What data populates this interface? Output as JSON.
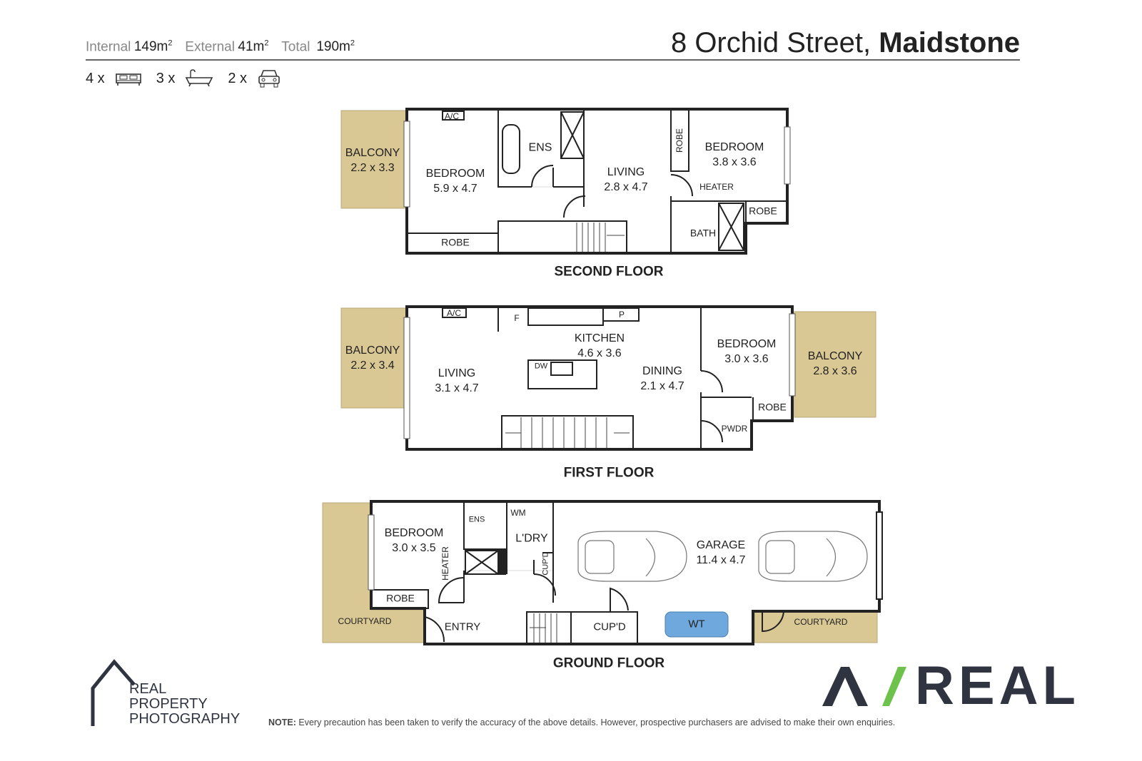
{
  "header": {
    "address_street": "8 Orchid Street,",
    "address_suburb": "Maidstone",
    "stats": [
      {
        "label": "Internal",
        "value": "149m",
        "unit_sup": "2"
      },
      {
        "label": "External",
        "value": "41m",
        "unit_sup": "2"
      },
      {
        "label": "Total",
        "value": "190m",
        "unit_sup": "2"
      }
    ],
    "features": [
      {
        "count": "4 x",
        "icon": "bed-icon"
      },
      {
        "count": "3 x",
        "icon": "bath-icon"
      },
      {
        "count": "2 x",
        "icon": "car-icon"
      }
    ]
  },
  "second_floor": {
    "title": "SECOND FLOOR",
    "balcony": {
      "name": "BALCONY",
      "dims": "2.2 x 3.3"
    },
    "bedroom1": {
      "name": "BEDROOM",
      "dims": "5.9 x 4.7"
    },
    "ens": "ENS",
    "living": {
      "name": "LIVING",
      "dims": "2.8 x 4.7"
    },
    "bedroom2": {
      "name": "BEDROOM",
      "dims": "3.8 x 3.6"
    },
    "robe_left": "ROBE",
    "robe_vert": "ROBE",
    "robe_right": "ROBE",
    "heater": "HEATER",
    "bath": "BATH",
    "ac": "A/C"
  },
  "first_floor": {
    "title": "FIRST FLOOR",
    "balcony_left": {
      "name": "BALCONY",
      "dims": "2.2 x 3.4"
    },
    "living": {
      "name": "LIVING",
      "dims": "3.1 x 4.7"
    },
    "kitchen": {
      "name": "KITCHEN",
      "dims": "4.6 x 3.6"
    },
    "dining": {
      "name": "DINING",
      "dims": "2.1 x 4.7"
    },
    "bedroom": {
      "name": "BEDROOM",
      "dims": "3.0 x 3.6"
    },
    "balcony_right": {
      "name": "BALCONY",
      "dims": "2.8 x 3.6"
    },
    "robe": "ROBE",
    "pwdr": "PWDR",
    "ac": "A/C",
    "fridge": "F",
    "pantry": "P",
    "dw": "DW"
  },
  "ground_floor": {
    "title": "GROUND FLOOR",
    "bedroom": {
      "name": "BEDROOM",
      "dims": "3.0 x 3.5"
    },
    "ens": "ENS",
    "wm": "WM",
    "laundry": "L'DRY",
    "cupd_small": "CUP'D",
    "heater": "HEATER",
    "robe": "ROBE",
    "garage": {
      "name": "GARAGE",
      "dims": "11.4 x 4.7"
    },
    "entry": "ENTRY",
    "cupd": "CUP'D",
    "wt": "WT",
    "courtyard_left": "COURTYARD",
    "courtyard_right": "COURTYARD"
  },
  "footer": {
    "photographer_logo": [
      "REAL",
      "PROPERTY",
      "PHOTOGRAPHY"
    ],
    "agency_logo": "A/REAL",
    "note_label": "NOTE:",
    "note_text": " Every precaution has been taken to verify the accuracy of the above details. However, prospective purchasers are advised to make their own enquiries."
  },
  "colors": {
    "wall": "#222222",
    "outdoor": "#d9c794",
    "water_tank": "#6fa8dc",
    "agency_accent": "#6cc24a",
    "agency_dark": "#2f3440"
  }
}
